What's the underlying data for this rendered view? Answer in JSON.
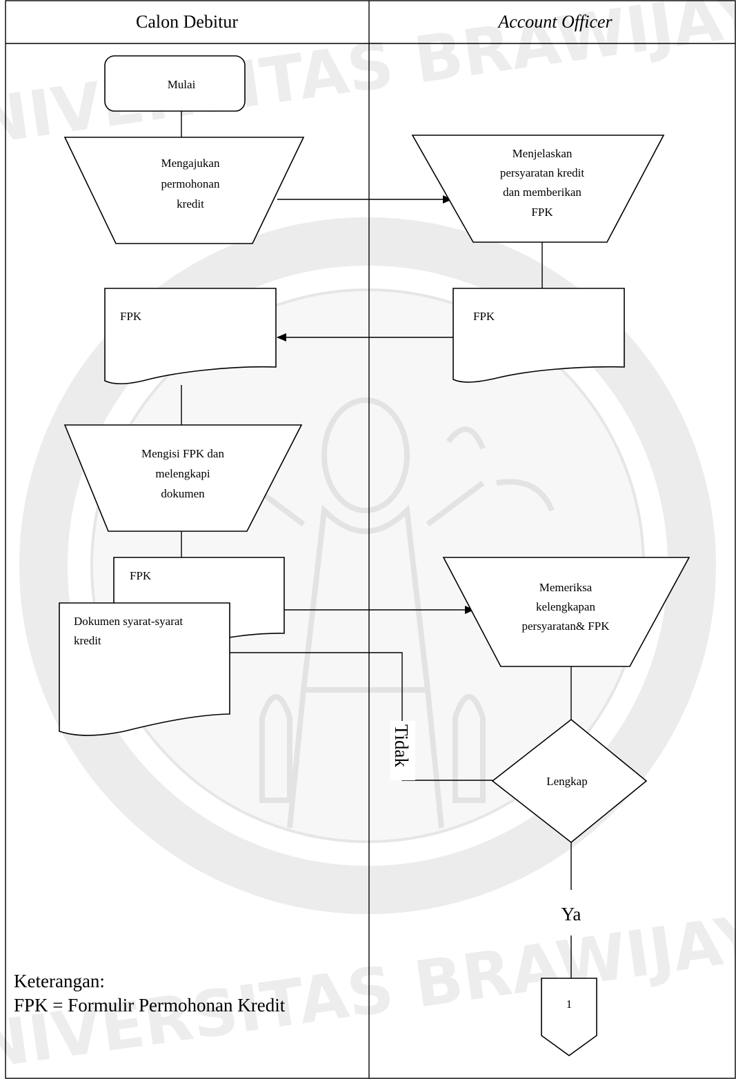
{
  "lanes": {
    "left_title": "Calon Debitur",
    "right_title": "Account Officer"
  },
  "watermark": {
    "text": "UNIVERSITAS BRAWIJAYA"
  },
  "nodes": {
    "start": [
      "Mulai"
    ],
    "apply": [
      "Mengajukan",
      "permohonan",
      "kredit"
    ],
    "explain": [
      "Menjelaskan",
      "persyaratan kredit",
      "dan memberikan",
      "FPK"
    ],
    "fpk_ao": [
      "FPK"
    ],
    "fpk_cd": [
      "FPK"
    ],
    "fill": [
      "Mengisi FPK dan",
      "melengkapi",
      "dokumen"
    ],
    "fpk_stack": [
      "FPK"
    ],
    "docs": [
      "Dokumen syarat-syarat",
      "kredit"
    ],
    "check": [
      "Memeriksa",
      "kelengkapan",
      "persyaratan& FPK"
    ],
    "decision": [
      "Lengkap"
    ],
    "connector": [
      "1"
    ]
  },
  "edges": {
    "no_label": "Tidak",
    "yes_label": "Ya"
  },
  "legend": {
    "title": "Keterangan:",
    "line": "FPK = Formulir Permohonan Kredit"
  }
}
